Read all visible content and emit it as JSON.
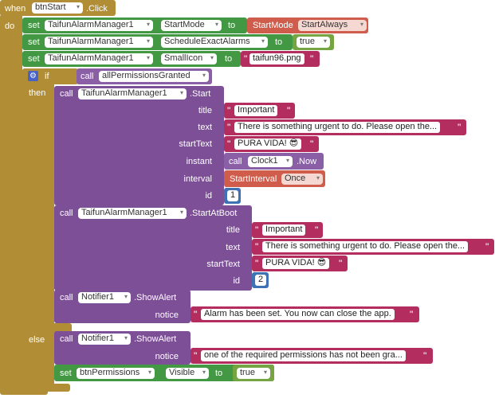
{
  "event": {
    "when": "when",
    "component": "btnStart",
    "event": ".Click",
    "do": "do"
  },
  "sets": [
    {
      "set": "set",
      "component": "TaifunAlarmManager1",
      "property": "StartMode",
      "to": "to",
      "value_helper": "StartMode",
      "value": "StartAlways"
    },
    {
      "set": "set",
      "component": "TaifunAlarmManager1",
      "property": "ScheduleExactAlarms",
      "to": "to",
      "value": "true"
    },
    {
      "set": "set",
      "component": "TaifunAlarmManager1",
      "property": "SmallIcon",
      "to": "to",
      "value": "taifun96.png"
    }
  ],
  "ifblock": {
    "if": "if",
    "then": "then",
    "else": "else",
    "call": "call",
    "method": "allPermissionsGranted"
  },
  "start": {
    "call": "call",
    "component": "TaifunAlarmManager1",
    "method": ".Start",
    "title_label": "title",
    "title": "Important",
    "text_label": "text",
    "text": "There is something urgent to do. Please open the...",
    "startText_label": "startText",
    "startText": "PURA VIDA! 😎",
    "instant_label": "instant",
    "instant_call": "call",
    "instant_component": "Clock1",
    "instant_method": ".Now",
    "interval_label": "interval",
    "interval_helper": "StartInterval",
    "interval": "Once",
    "id_label": "id",
    "id": "1"
  },
  "boot": {
    "call": "call",
    "component": "TaifunAlarmManager1",
    "method": ".StartAtBoot",
    "title_label": "title",
    "title": "Important",
    "text_label": "text",
    "text": "There is something urgent to do. Please open the...",
    "startText_label": "startText",
    "startText": "PURA VIDA! 😎",
    "id_label": "id",
    "id": "2"
  },
  "alert1": {
    "call": "call",
    "component": "Notifier1",
    "method": ".ShowAlert",
    "notice_label": "notice",
    "notice": "Alarm has been set. You now can close the app."
  },
  "alert2": {
    "call": "call",
    "component": "Notifier1",
    "method": ".ShowAlert",
    "notice_label": "notice",
    "notice": "one of the required permissions has not been gra..."
  },
  "set_visible": {
    "set": "set",
    "component": "btnPermissions",
    "property": "Visible",
    "to": "to",
    "value": "true"
  },
  "icons": {
    "dropdown": "▾",
    "gear": "⚙",
    "quote": "\""
  },
  "colors": {
    "event": "#b18e35",
    "component": "#7c4f97",
    "setter": "#439843",
    "text": "#b32d5e",
    "number": "#3f71b5",
    "helper": "#d05c4b"
  }
}
